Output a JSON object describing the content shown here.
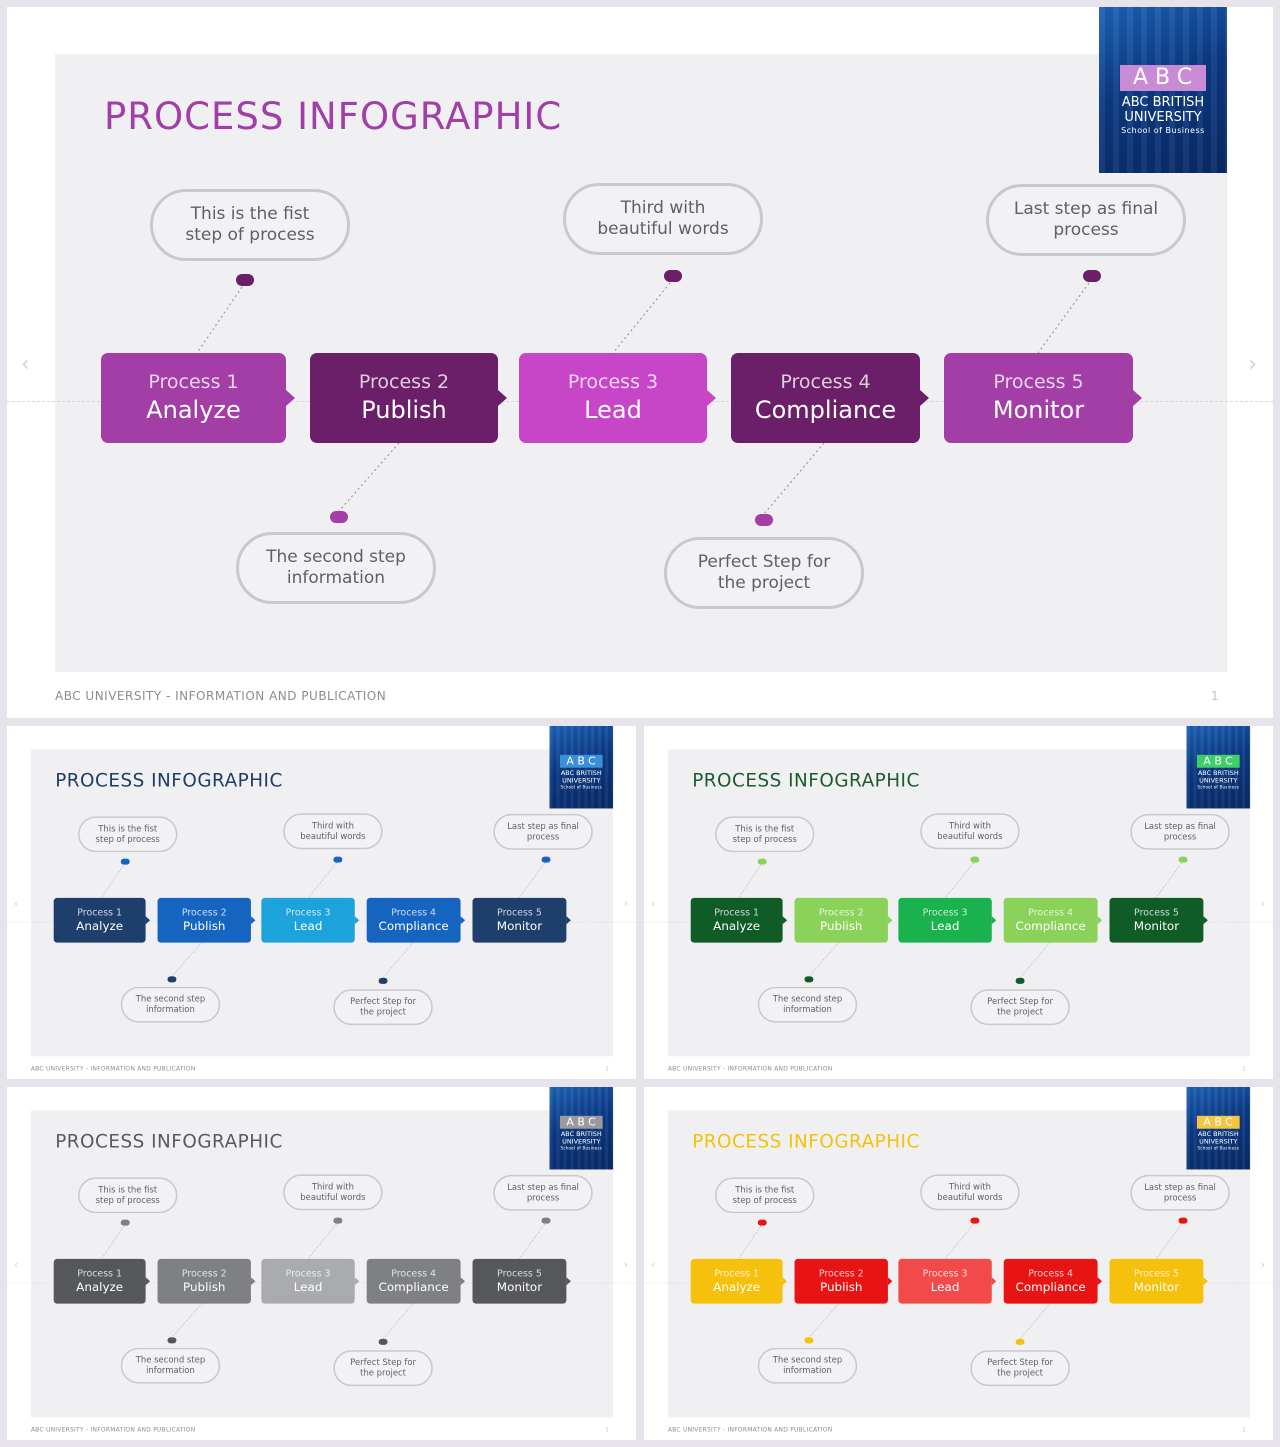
{
  "slide": {
    "title": "PROCESS INFOGRAPHIC",
    "footer": "ABC UNIVERSITY - INFORMATION AND PUBLICATION",
    "page_number": "1",
    "nav_prev": "‹",
    "nav_next": "›",
    "logo": {
      "letters": "ABC",
      "line1": "ABC BRITISH",
      "line2": "UNIVERSITY",
      "line3": "School of Business"
    },
    "bubbles": [
      "This is the fist\nstep of process",
      "Third with\nbeautiful words",
      "Last step as final\nprocess",
      "The second step\ninformation",
      "Perfect Step for\nthe project"
    ],
    "processes": [
      {
        "num": "Process 1",
        "name": "Analyze"
      },
      {
        "num": "Process 2",
        "name": "Publish"
      },
      {
        "num": "Process 3",
        "name": "Lead"
      },
      {
        "num": "Process 4",
        "name": "Compliance"
      },
      {
        "num": "Process 5",
        "name": "Monitor"
      }
    ]
  },
  "themes": [
    {
      "name": "purple",
      "title_color": "#a23ea8",
      "logo_letters_bg": "#c98ad6",
      "box_colors": [
        "#a43ea7",
        "#6b1f68",
        "#c746c8",
        "#6b1f68",
        "#a43ea7"
      ],
      "dot_colors": [
        "#6b1f68",
        "#6b1f68",
        "#6b1f68",
        "#a43ea7",
        "#a43ea7"
      ]
    },
    {
      "name": "blue",
      "title_color": "#1e3d63",
      "logo_letters_bg": "#3a8fd8",
      "box_colors": [
        "#1e3e6b",
        "#1565c0",
        "#1ca3dc",
        "#1565c0",
        "#1e3e6b"
      ],
      "dot_colors": [
        "#1565c0",
        "#1565c0",
        "#1565c0",
        "#1e3e6b",
        "#1e3e6b"
      ]
    },
    {
      "name": "green",
      "title_color": "#1d5a30",
      "logo_letters_bg": "#3ecf6a",
      "box_colors": [
        "#0f5c26",
        "#8bd25a",
        "#1ab24e",
        "#8bd25a",
        "#0f5c26"
      ],
      "dot_colors": [
        "#8bd25a",
        "#8bd25a",
        "#8bd25a",
        "#0f5c26",
        "#0f5c26"
      ]
    },
    {
      "name": "gray",
      "title_color": "#5a5a5e",
      "logo_letters_bg": "#9a9aa0",
      "box_colors": [
        "#55575a",
        "#7e8084",
        "#a9abae",
        "#7e8084",
        "#55575a"
      ],
      "dot_colors": [
        "#7e8084",
        "#7e8084",
        "#7e8084",
        "#55575a",
        "#55575a"
      ]
    },
    {
      "name": "yellow-red",
      "title_color": "#f4c20a",
      "logo_letters_bg": "#f3c542",
      "box_colors": [
        "#f6c10c",
        "#e81414",
        "#f24a4a",
        "#e81414",
        "#f6c10c"
      ],
      "dot_colors": [
        "#e81414",
        "#e81414",
        "#e81414",
        "#f6c10c",
        "#f6c10c"
      ]
    }
  ]
}
